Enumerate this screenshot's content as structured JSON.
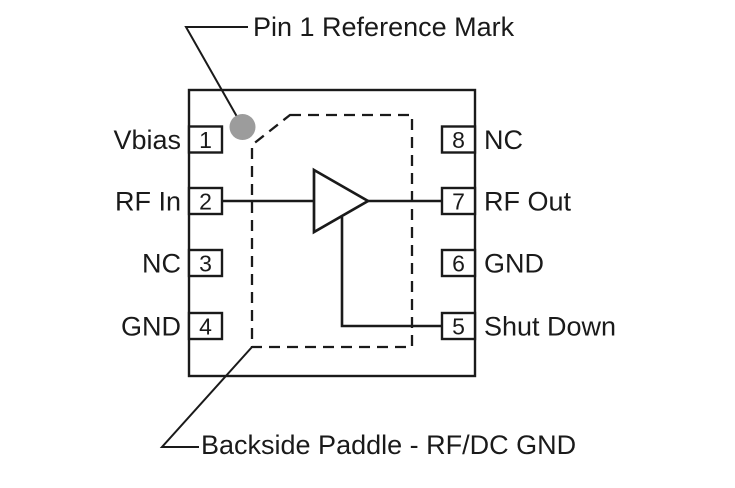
{
  "figure": {
    "type": "ic-pinout-diagram",
    "background_color": "#ffffff",
    "line_color": "#1a1a1a",
    "annotations": {
      "pin1_reference": "Pin 1 Reference Mark",
      "backside_paddle": "Backside Paddle - RF/DC GND"
    },
    "chip": {
      "pins_left": [
        {
          "number": "1",
          "label": "Vbias"
        },
        {
          "number": "2",
          "label": "RF In"
        },
        {
          "number": "3",
          "label": "NC"
        },
        {
          "number": "4",
          "label": "GND"
        }
      ],
      "pins_right": [
        {
          "number": "8",
          "label": "NC"
        },
        {
          "number": "7",
          "label": "RF Out"
        },
        {
          "number": "6",
          "label": "GND"
        },
        {
          "number": "5",
          "label": "Shut Down"
        }
      ],
      "symbols": [
        "amplifier-triangle-icon",
        "backside-paddle-dashed-outline",
        "pin1-reference-dot"
      ],
      "pin1_mark_color": "#9c9c9c"
    }
  }
}
